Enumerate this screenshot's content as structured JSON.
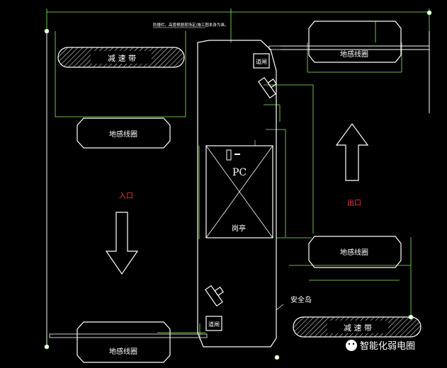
{
  "labels": {
    "speed_bump": "减  速  带",
    "loop": "地感线圈",
    "barrier": "道闸",
    "pc": "PC",
    "booth": "岗亭",
    "entrance": "入口",
    "exit": "出口",
    "safety_island": "安全岛",
    "note": "防撞栏，高度根据现场定/施工图本身为准。"
  },
  "watermark": {
    "text": "智能化弱电圈"
  },
  "colors": {
    "line": "#ffffff",
    "dim": "#8cf05a",
    "entrance": "#ff3b3b",
    "exit": "#ff3b3b"
  }
}
